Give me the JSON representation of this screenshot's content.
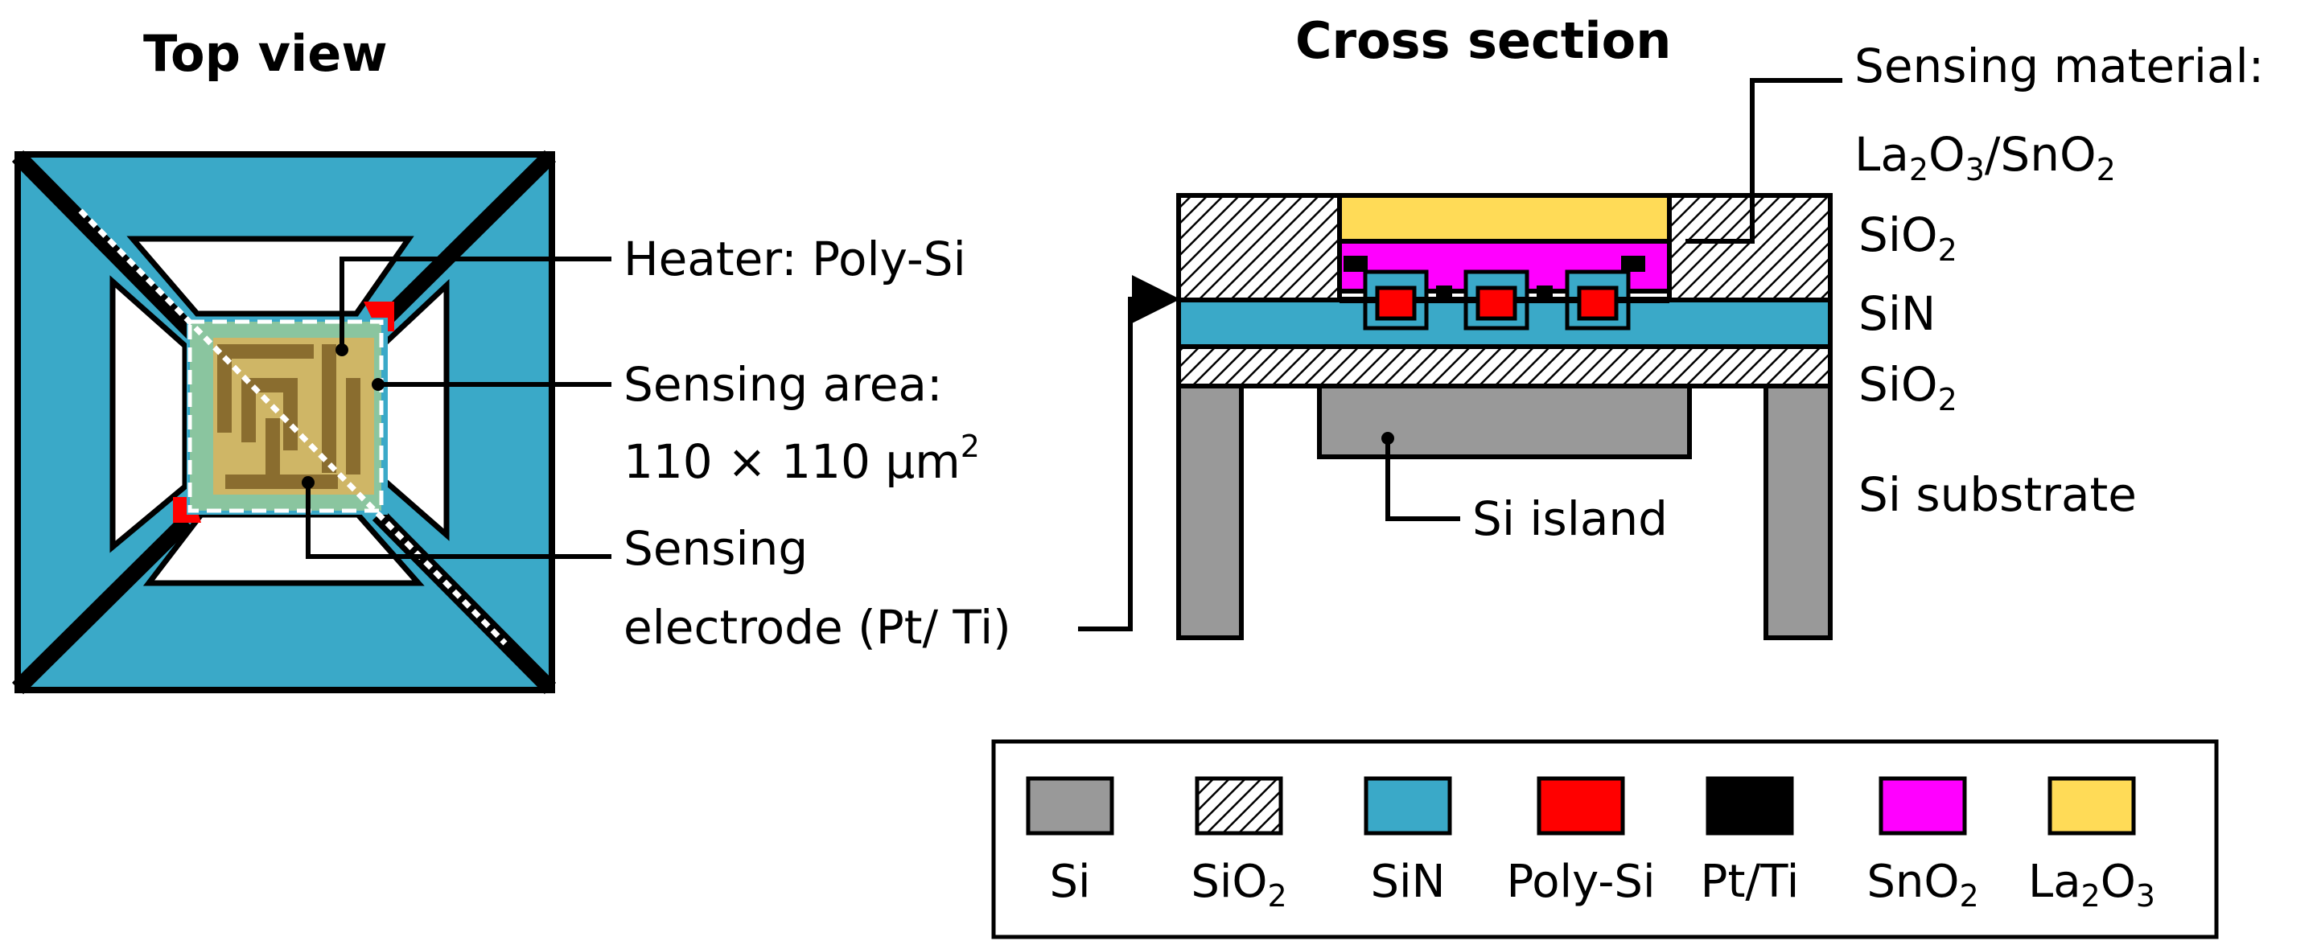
{
  "titles": {
    "top_view": "Top view",
    "cross_section": "Cross section"
  },
  "top_view_labels": {
    "heater": "Heater: Poly-Si",
    "sensing_area_line1": "Sensing area:",
    "sensing_area_line2": "110 × 110 μm",
    "sensing_area_sup": "2",
    "electrode_line1": "Sensing",
    "electrode_line2": "electrode (Pt/ Ti)"
  },
  "cross_section_labels": {
    "sensing_material_line1": "Sensing material:",
    "sensing_material_la": "La",
    "sensing_material_o": "O",
    "sensing_material_sn": "/SnO",
    "sub2": "2",
    "sub3": "3",
    "sio2_top": "SiO",
    "sin": "SiN",
    "sio2_bottom": "SiO",
    "si_island": "Si island",
    "si_substrate": "Si substrate"
  },
  "legend": [
    {
      "label": "Si",
      "color": "#999999",
      "swatch": "solid"
    },
    {
      "label": "SiO",
      "sub": "2",
      "color": "#ffffff",
      "swatch": "hatch"
    },
    {
      "label": "SiN",
      "color": "#3aa9c8",
      "swatch": "solid"
    },
    {
      "label": "Poly-Si",
      "color": "#ff0000",
      "swatch": "solid"
    },
    {
      "label": "Pt/Ti",
      "color": "#000000",
      "swatch": "solid"
    },
    {
      "label": "SnO",
      "sub": "2",
      "color": "#ff00ff",
      "swatch": "solid"
    },
    {
      "label": "La",
      "sub": "2",
      "label2": "O",
      "sub2": "3",
      "color": "#ffdb57",
      "swatch": "solid"
    }
  ],
  "colors": {
    "si": "#999999",
    "sin": "#3aa9c8",
    "poly_si": "#ff0000",
    "pt_ti": "#000000",
    "sno2": "#ff00ff",
    "la2o3": "#ffdb57",
    "heater_fill": "#ff7f27",
    "sensing_area_fill": "#b5d488"
  }
}
